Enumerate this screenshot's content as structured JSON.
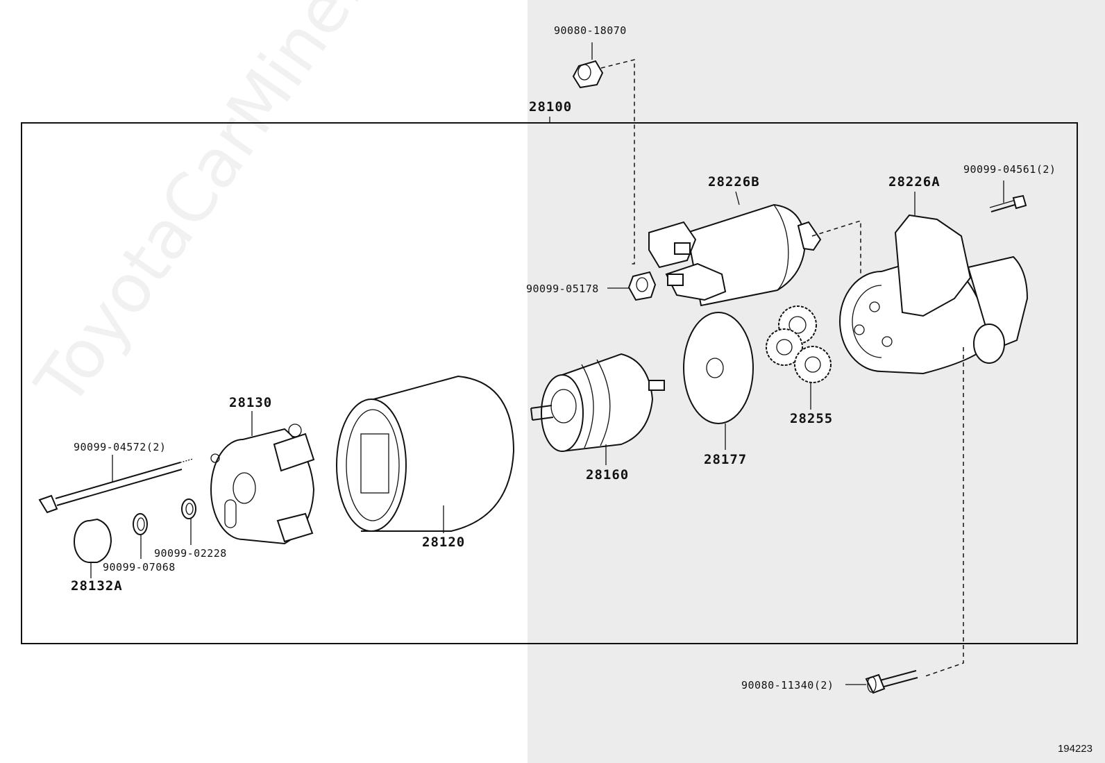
{
  "watermark": "ToyotaCarMine.ru",
  "image_code": "194223",
  "assembly_label": "28100",
  "parts": {
    "nut_top": "90080-18070",
    "solenoid": "28226B",
    "housing": "28226A",
    "screw_housing": "90099-04561(2)",
    "nut_terminal": "90099-05178",
    "gear_set": "28255",
    "disc": "28177",
    "armature": "28160",
    "yoke": "28120",
    "end_frame": "28130",
    "through_bolt": "90099-04572(2)",
    "cap": "28132A",
    "washer_a": "90099-07068",
    "washer_b": "90099-02228",
    "bolt_bottom": "90080-11340(2)"
  }
}
